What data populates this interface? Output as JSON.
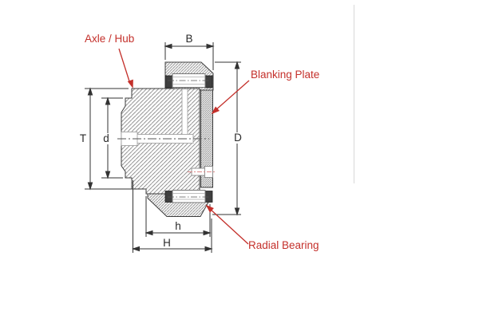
{
  "colors": {
    "annotation_red": "#c4302b",
    "dimension_line": "#333333",
    "outline": "#3d3d3d",
    "hatch_gray": "#838383",
    "seal_dark": "#3f3f3f",
    "grease_pink": "#dd8a8a",
    "background": "#ffffff"
  },
  "dimensions": {
    "B": "B",
    "D": "D",
    "T": "T",
    "d": "d",
    "h": "h",
    "H": "H"
  },
  "annotations": {
    "axle_hub": "Axle / Hub",
    "blanking_plate": "Blanking Plate",
    "radial_bearing": "Radial Bearing"
  }
}
